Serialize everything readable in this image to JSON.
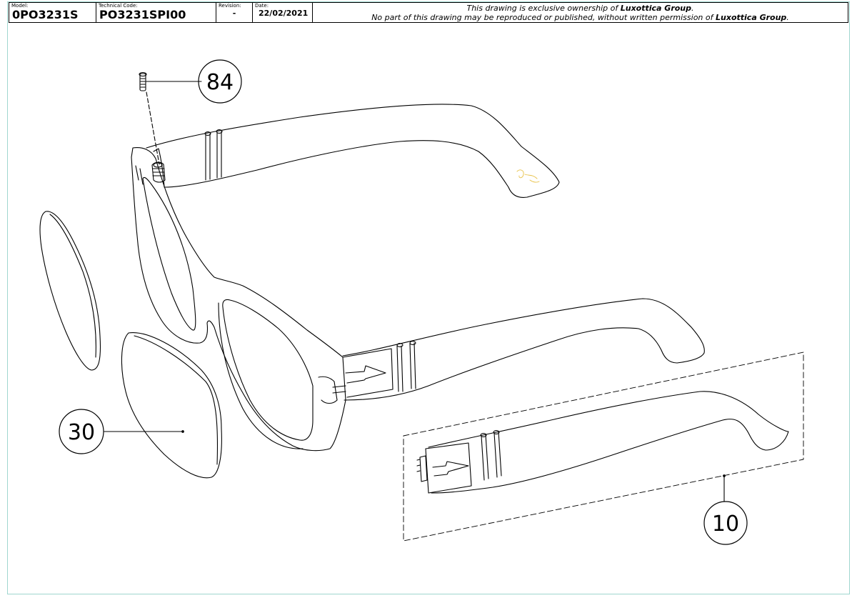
{
  "title_block": {
    "model_label": "Model:",
    "model_value": "0PO3231S",
    "technical_code_label": "Technical Code:",
    "technical_code_value": "PO3231SPI00",
    "revision_label": "Revision:",
    "revision_value": "-",
    "date_label": "Date:",
    "date_value": "22/02/2021",
    "notice_line1_prefix": "This drawing is exclusive ownership of ",
    "notice_line1_company": "Luxottica Group",
    "notice_line1_suffix": ".",
    "notice_line2_prefix": "No part of this drawing may be reproduced or published, without written permission of ",
    "notice_line2_company": "Luxottica Group",
    "notice_line2_suffix": "."
  },
  "callouts": [
    {
      "id": "screw",
      "label": "84"
    },
    {
      "id": "lens",
      "label": "30"
    },
    {
      "id": "temple",
      "label": "10"
    }
  ],
  "colors": {
    "line": "#000000",
    "frame_border": "#9fd6cf",
    "logo": "#e8c24a"
  }
}
